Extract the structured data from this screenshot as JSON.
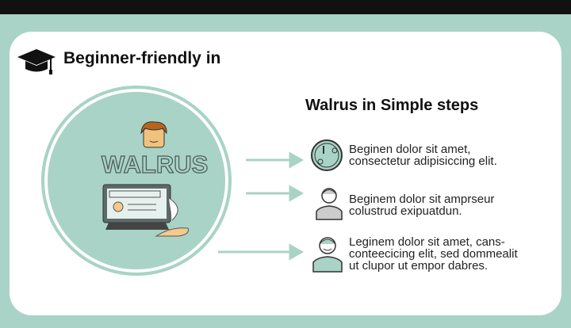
{
  "header": {
    "title": "Beginner-friendly in",
    "icon": "graduation-cap-icon"
  },
  "center": {
    "logo_text": "WALRUS"
  },
  "steps_title": "Walrus in Simple steps",
  "steps": [
    {
      "icon": "clock-circuit-icon",
      "lines": [
        "Beginen dolor sit amet,",
        "consectetur adipisiccing elit."
      ]
    },
    {
      "icon": "person-gray-icon",
      "lines": [
        "Beginem dolor sit amprseur",
        "colustrud exipuatdun."
      ]
    },
    {
      "icon": "person-green-icon",
      "lines": [
        "Leginem dolor sit amet, cans-",
        "conteecicing elit, sed dommealit",
        "ut clupor ut empor dabres."
      ]
    }
  ],
  "colors": {
    "mint": "#a9d3c6",
    "dark": "#111111"
  }
}
